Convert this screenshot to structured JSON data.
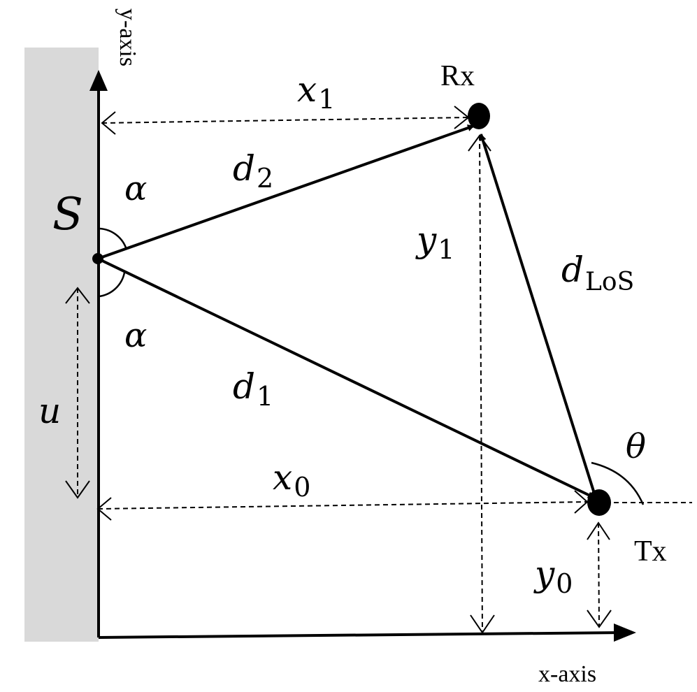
{
  "axes": {
    "y_label": "y-axis",
    "x_label": "x-axis"
  },
  "points": {
    "rx": "Rx",
    "tx": "Tx",
    "s": "S"
  },
  "symbols": {
    "x1": {
      "base": "x",
      "sub": "1"
    },
    "x0": {
      "base": "x",
      "sub": "0"
    },
    "y1": {
      "base": "y",
      "sub": "1"
    },
    "y0": {
      "base": "y",
      "sub": "0"
    },
    "d1": {
      "base": "d",
      "sub": "1"
    },
    "d2": {
      "base": "d",
      "sub": "2"
    },
    "dlos": {
      "base": "d",
      "sub": "LoS"
    },
    "alpha": "α",
    "theta": "θ",
    "u": "u"
  },
  "colors": {
    "wall": "#d9d9d9",
    "ink": "#000000"
  }
}
